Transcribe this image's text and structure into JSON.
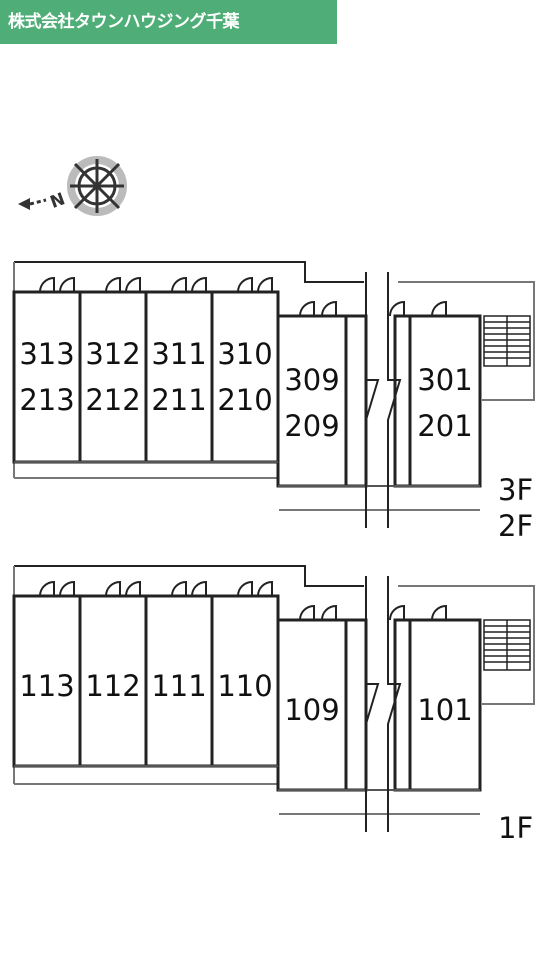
{
  "header": {
    "company": "株式会社タウンハウジング千葉"
  },
  "compass": {
    "north_label": "N"
  },
  "plans": [
    {
      "floors": [
        "3F",
        "2F"
      ],
      "units_left": [
        [
          "313",
          "213"
        ],
        [
          "312",
          "212"
        ],
        [
          "311",
          "211"
        ],
        [
          "310",
          "210"
        ]
      ],
      "units_right": [
        [
          "309",
          "209"
        ],
        [
          "301",
          "201"
        ]
      ]
    },
    {
      "floors": [
        "1F"
      ],
      "units_left": [
        [
          "113"
        ],
        [
          "112"
        ],
        [
          "111"
        ],
        [
          "110"
        ]
      ],
      "units_right": [
        [
          "109"
        ],
        [
          "101"
        ]
      ]
    }
  ]
}
